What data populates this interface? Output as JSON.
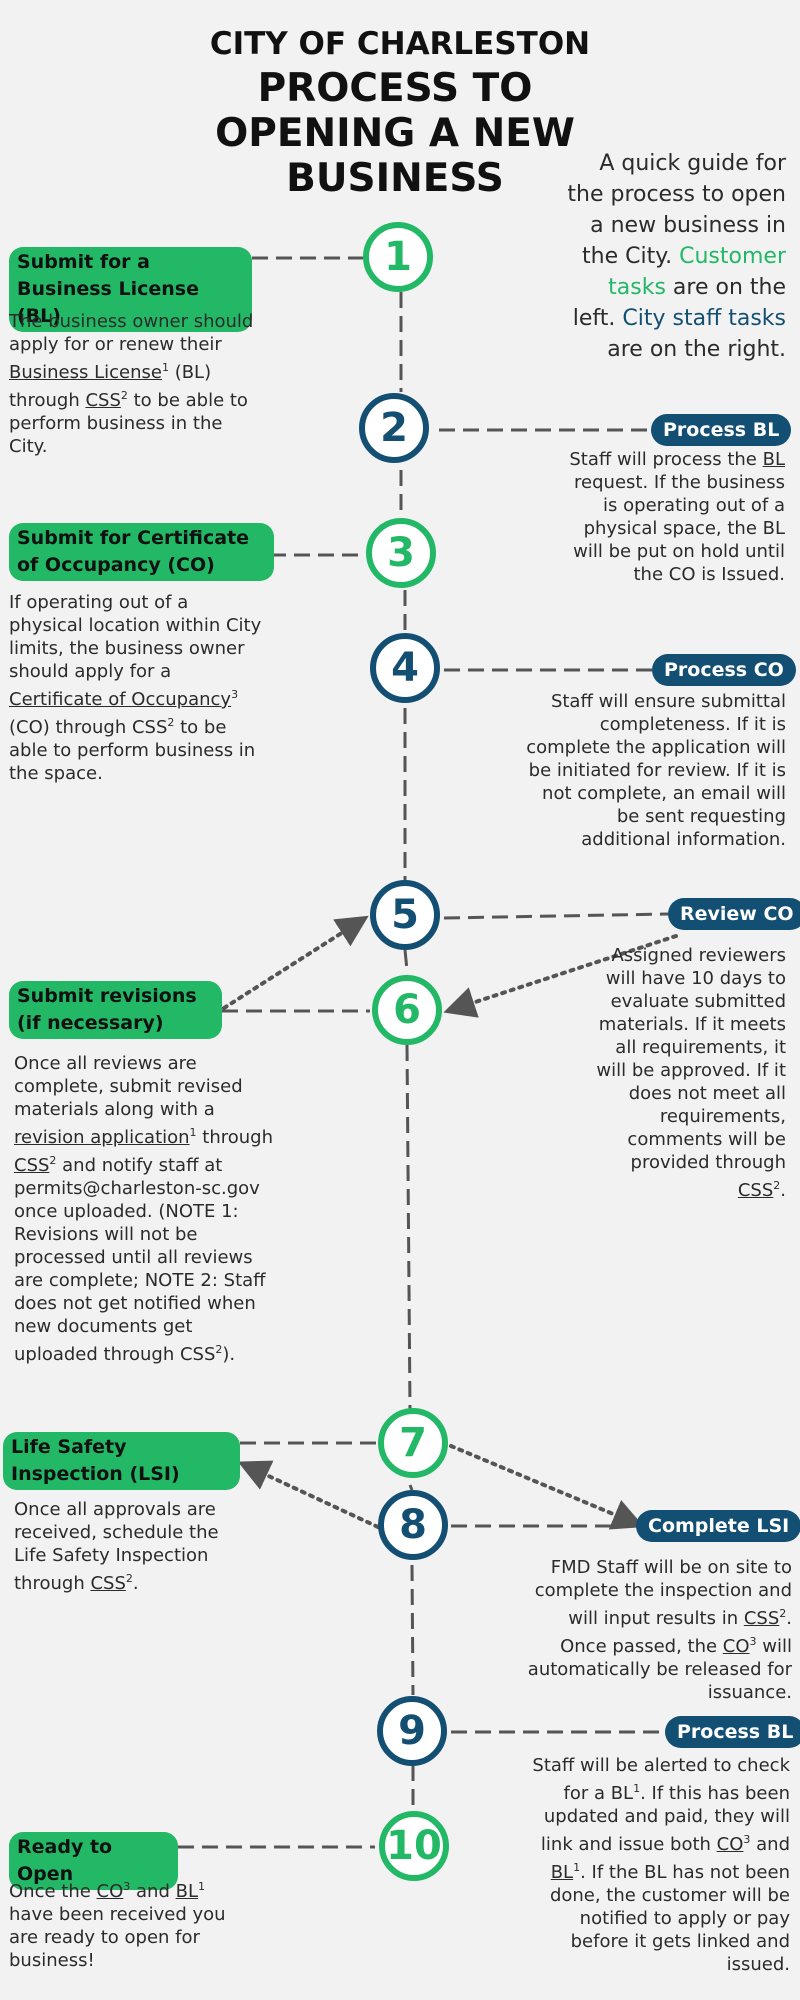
{
  "header": {
    "city": "CITY OF CHARLESTON",
    "title": "PROCESS TO OPENING A NEW BUSINESS"
  },
  "intro": {
    "part1": "A quick guide for the process to open a new business in the City.",
    "customer": "Customer tasks",
    "part2": "are on the left.",
    "staff": "City staff tasks",
    "part3": "are on the right."
  },
  "colors": {
    "green": "#22b866",
    "blue": "#134f73",
    "background": "#f2f2f2",
    "line": "#555555"
  },
  "steps": [
    {
      "num": "1",
      "label": "Submit for a Business License (BL)"
    },
    {
      "num": "2",
      "label": "Process BL"
    },
    {
      "num": "3",
      "label": "Submit for Certificate of Occupancy (CO)"
    },
    {
      "num": "4",
      "label": "Process CO"
    },
    {
      "num": "5",
      "label": "Review CO"
    },
    {
      "num": "6",
      "label": "Submit revisions (if necessary)"
    },
    {
      "num": "7",
      "label": "Life Safety Inspection (LSI)"
    },
    {
      "num": "8",
      "label": "Complete LSI"
    },
    {
      "num": "9",
      "label": "Process BL"
    },
    {
      "num": "10",
      "label": "Ready to Open"
    }
  ],
  "texts": {
    "s1": {
      "a": "The business owner should apply for or renew their ",
      "link": "Business License",
      "sup1": "1",
      "b": " (BL) through ",
      "css": "CSS",
      "sup2": "2",
      "c": " to be able to perform business in the City."
    },
    "s2": {
      "a": "Staff will process the ",
      "link": "BL",
      "b": " request. If the business is operating out of a physical space, the BL will be put on hold until the CO is Issued."
    },
    "s3": {
      "a": "If operating out of a physical location within City limits, the business owner should apply for a ",
      "link": "Certificate of Occupancy",
      "sup1": "3",
      "b": " (CO) through CSS",
      "sup2": "2",
      "c": " to be able to perform business in the space."
    },
    "s4": "Staff will ensure submittal completeness. If it is complete the application will be initiated for review. If it is not complete, an email will be sent requesting additional information.",
    "s5": {
      "a": "Assigned reviewers will have 10 days to evaluate submitted materials. If it meets all requirements, it will be approved. If it does not meet all requirements, comments will be provided through ",
      "css": "CSS",
      "sup": "2",
      "b": "."
    },
    "s6": {
      "a": "Once all reviews are complete, submit revised materials along with a ",
      "link": "revision application",
      "sup1": "1",
      "b": " through ",
      "css": "CSS",
      "sup2": "2",
      "c": " and notify staff at permits@charleston-sc.gov once uploaded. (NOTE 1: Revisions will not be processed until all reviews are complete; NOTE 2: Staff does not get notified when new documents get uploaded through CSS",
      "sup3": "2",
      "d": ")."
    },
    "s7": {
      "a": "Once all approvals are received, schedule the Life Safety Inspection through ",
      "css": "CSS",
      "sup": "2",
      "b": "."
    },
    "s8": {
      "a": "FMD Staff will be on site to complete the inspection and will input results in ",
      "css": "CSS",
      "sup1": "2",
      "b": ". Once passed, the ",
      "co": "CO",
      "sup2": "3",
      "c": " will automatically be released for issuance."
    },
    "s9": {
      "a": "Staff will be alerted to check for a BL",
      "sup1": "1",
      "b": ". If this has been updated and paid, they will link and issue both ",
      "co": "CO",
      "sup2": "3",
      "c": " and ",
      "bl": "BL",
      "sup3": "1",
      "d": ". If the BL has not been done, the customer will be notified to apply or pay before it gets linked and issued."
    },
    "s10": {
      "a": "Once the ",
      "co": "CO",
      "sup1": "3",
      "b": " and ",
      "bl": "BL",
      "sup2": "1",
      "c": " have been received you are ready to open for business!"
    }
  }
}
